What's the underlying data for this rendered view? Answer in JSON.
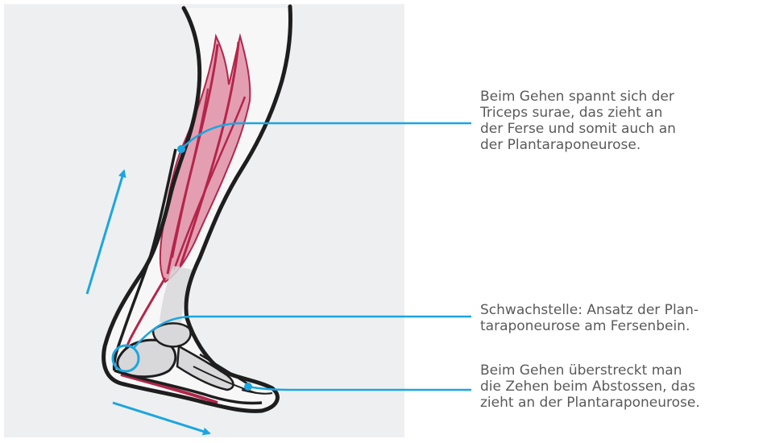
{
  "annotations": [
    {
      "id": "triceps",
      "lines": [
        "Beim Gehen spannt sich der",
        "Triceps surae, das zieht an",
        "der Ferse und somit auch an",
        "der Plantaraponeurose."
      ]
    },
    {
      "id": "weak-point",
      "lines": [
        "Schwachstelle: Ansatz der Plan-",
        "taraponeurose am Fersenbein."
      ]
    },
    {
      "id": "toes",
      "lines": [
        "Beim Gehen überstreckt man",
        "die Zehen beim Abstossen, das",
        "zieht an der Plantaraponeurose."
      ]
    }
  ],
  "colors": {
    "panel_background": "#eeeff0",
    "outline": "#1e1e1e",
    "muscle_fill": "#e08ea6",
    "muscle_line": "#b3264a",
    "bone_fill": "#d8d8da",
    "callout": "#1ba6e0",
    "text": "#5a5a5a"
  },
  "icons": [
    "calf-muscle-illustration",
    "foot-bone-illustration",
    "movement-arrow-icon"
  ]
}
